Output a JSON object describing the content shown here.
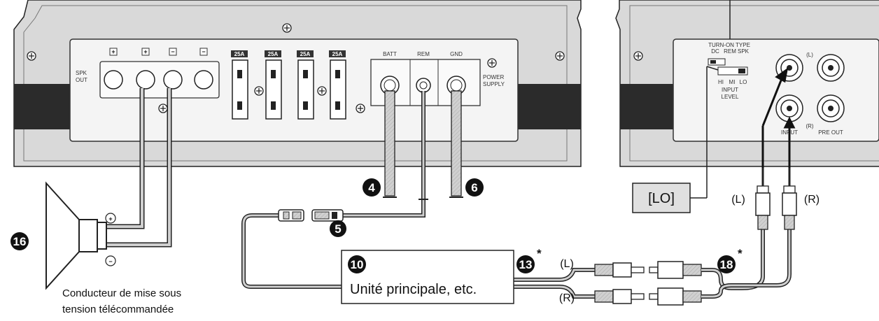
{
  "amp": {
    "spk_out": [
      "SPK",
      "OUT"
    ],
    "speaker_terminals": [
      "+",
      "+",
      "−",
      "−"
    ],
    "fuses": [
      "25A",
      "25A",
      "25A",
      "25A"
    ],
    "power_terminals": [
      "BATT",
      "REM",
      "GND"
    ],
    "power_supply": [
      "POWER",
      "SUPPLY"
    ]
  },
  "panel": {
    "turn_on_type": "TURN-ON TYPE",
    "turn_on_options": [
      "DC",
      "REM",
      "SPK"
    ],
    "level_options": [
      "HI",
      "MI",
      "LO"
    ],
    "input_level": [
      "INPUT",
      "LEVEL"
    ],
    "input": "INPUT",
    "left_tag": "(L)",
    "right_tag": "(R)",
    "pre_out": "PRE OUT"
  },
  "labels": {
    "lo_box": "[LO]",
    "head_unit": "Unité principale, etc.",
    "remote_wire_line1": "Conducteur de mise sous",
    "remote_wire_line2": "tension télécommandée",
    "plus_sign": "+",
    "minus_sign": "−",
    "left": "(L)",
    "right": "(R)",
    "star": "*"
  },
  "callouts": {
    "battery": "4",
    "remote": "5",
    "ground": "6",
    "head_unit": "10",
    "rca_cable": "13",
    "rca_extension": "18",
    "speaker": "16"
  }
}
